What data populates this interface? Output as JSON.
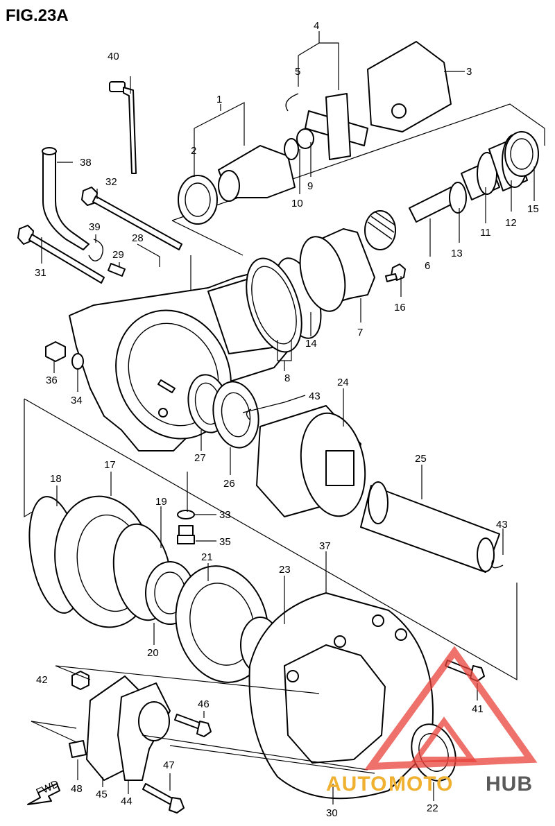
{
  "figure_title": "FIG.23A",
  "fwd_label": "FWD",
  "watermark": {
    "text_a": "AUTO",
    "text_b": "MOTO",
    "text_c": "HUB",
    "color_accent": "#e8423a",
    "color_gold": "#f0b030",
    "color_dark": "#5a5a5a"
  },
  "callouts": [
    "1",
    "2",
    "3",
    "4",
    "5",
    "6",
    "7",
    "8",
    "9",
    "10",
    "11",
    "12",
    "13",
    "14",
    "15",
    "16",
    "17",
    "18",
    "19",
    "20",
    "21",
    "22",
    "23",
    "24",
    "25",
    "26",
    "27",
    "28",
    "29",
    "30",
    "31",
    "32",
    "33",
    "34",
    "35",
    "36",
    "37",
    "38",
    "39",
    "40",
    "41",
    "42",
    "43",
    "43",
    "44",
    "45",
    "46",
    "47",
    "48"
  ]
}
